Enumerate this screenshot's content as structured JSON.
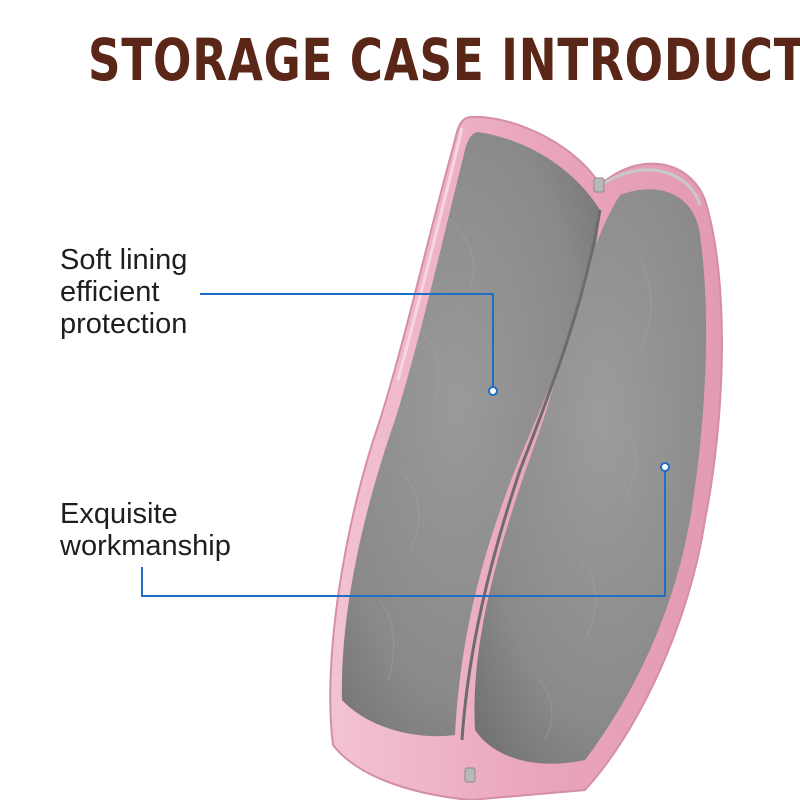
{
  "title": "STORAGE CASE INTRODUCTION",
  "features": [
    {
      "lines": [
        "Soft lining",
        "efficient",
        "protection"
      ]
    },
    {
      "lines": [
        "Exquisite",
        "workmanship"
      ]
    }
  ],
  "colors": {
    "title": "#5a2617",
    "callout_line": "#1f6fc4",
    "case_pink": "#eaa9c0",
    "lining_gray": "#8c8c8c"
  }
}
